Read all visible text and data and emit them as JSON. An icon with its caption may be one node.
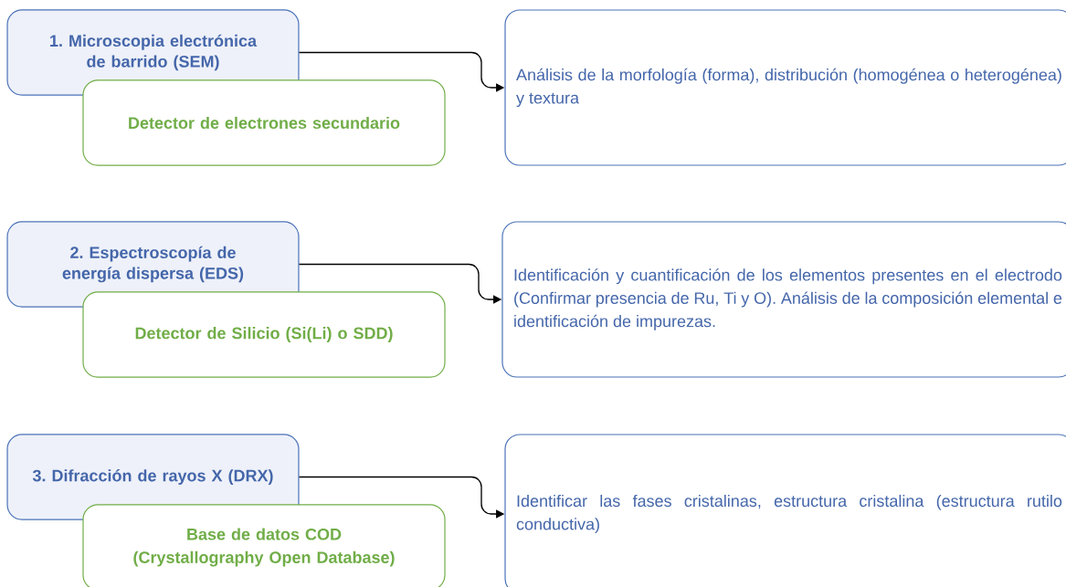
{
  "diagram": {
    "nodes": [
      {
        "text": [
          "1. Microscopia electrónica de barrido (SEM)"
        ]
      },
      {
        "text": [
          "Detector de electrones secundario"
        ]
      },
      {
        "text": [
          "Análisis de la morfología (forma), distribución (homogénea o heterogénea) y textura"
        ]
      },
      {
        "text": [
          "2. Espectroscopía de energía dispersa (EDS)"
        ]
      },
      {
        "text": [
          "Detector de Silicio (Si(Li) o SDD)"
        ]
      },
      {
        "text": [
          "Identificación y cuantificación de los elementos presentes en el electrodo (Confirmar presencia de Ru, Ti y O). Análisis de la composición elemental e identificación de impurezas."
        ]
      },
      {
        "text": [
          "3. Difracción de rayos X (DRX)"
        ]
      },
      {
        "text": [
          "Base de datos COD (Crystallography Open Database)"
        ]
      },
      {
        "text": [
          "Identificar las fases cristalinas, estructura cristalina (estructura rutilo conductiva)"
        ]
      }
    ],
    "edges": [
      {
        "from": 0,
        "to": 2,
        "arrow": "to"
      },
      {
        "from": 3,
        "to": 5,
        "arrow": "to"
      },
      {
        "from": 6,
        "to": 8,
        "arrow": "to"
      }
    ]
  }
}
